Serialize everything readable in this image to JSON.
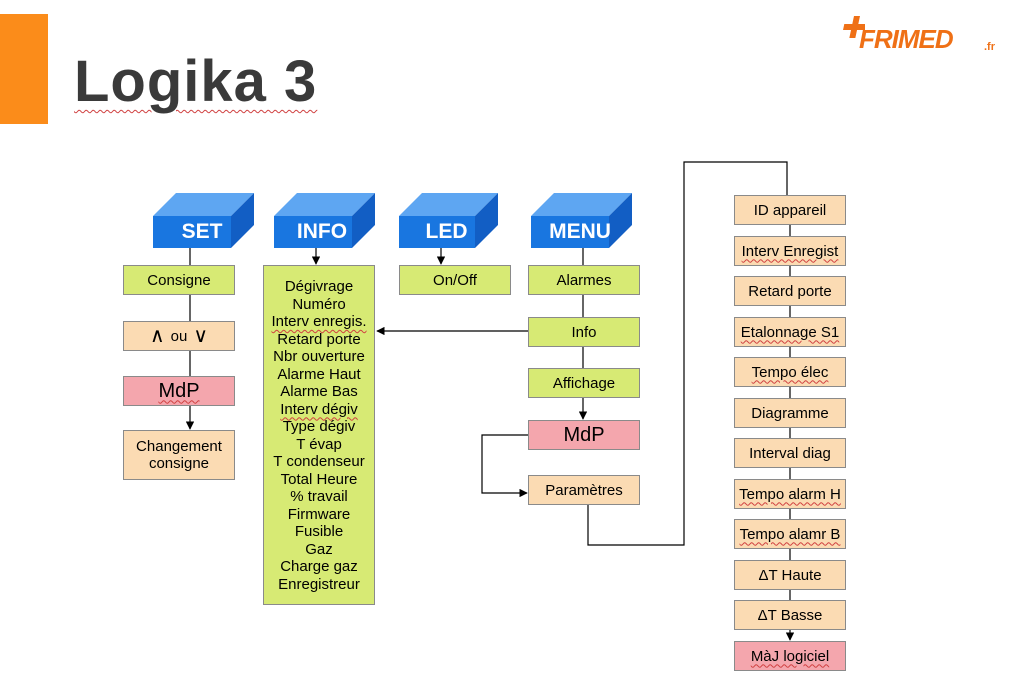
{
  "title": "Logika 3",
  "logo": {
    "name": "FRIMED",
    "suffix": ".fr"
  },
  "colors": {
    "accent": "#fb8c1a",
    "cube": "#1976e0",
    "green": "#d7ea74",
    "peach": "#fbdbb3",
    "pink": "#f4a6ad"
  },
  "keys": {
    "set": "SET",
    "info": "INFO",
    "led": "LED",
    "menu": "MENU"
  },
  "set_column": {
    "consigne": "Consigne",
    "ou": "ou",
    "mdp": "MdP",
    "changement_1": "Changement",
    "changement_2": "consigne"
  },
  "info_items": [
    "Dégivrage",
    "Numéro",
    "Interv enregis.",
    "Retard porte",
    "Nbr ouverture",
    "Alarme Haut",
    "Alarme Bas",
    "Interv dégiv",
    "Type dégiv",
    "T évap",
    "T condenseur",
    "Total Heure",
    "% travail",
    "Firmware",
    "Fusible",
    "Gaz",
    "Charge gaz",
    "Enregistreur"
  ],
  "led_column": {
    "onoff": "On/Off"
  },
  "menu_column": {
    "alarmes": "Alarmes",
    "info": "Info",
    "affichage": "Affichage",
    "mdp": "MdP",
    "parametres": "Paramètres"
  },
  "param_items": [
    "ID appareil",
    "Interv Enregist",
    "Retard porte",
    "Etalonnage S1",
    "Tempo élec",
    "Diagramme",
    "Interval diag",
    "Tempo alarm H",
    "Tempo alamr B",
    "ΔT Haute",
    "ΔT Basse",
    "MàJ logiciel"
  ]
}
